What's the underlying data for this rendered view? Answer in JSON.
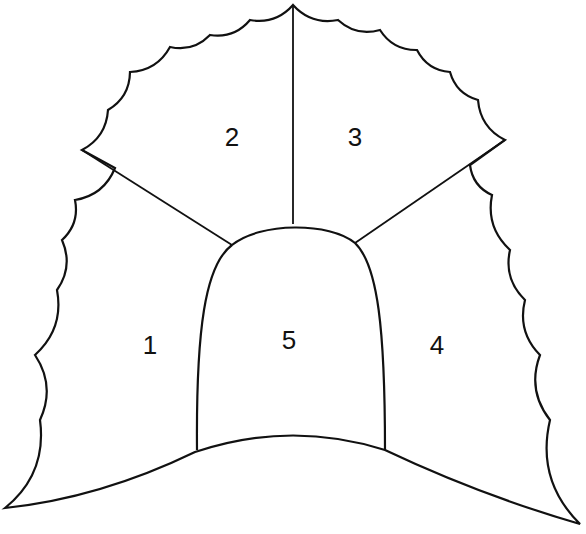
{
  "diagram": {
    "labels": [
      "2",
      "3",
      "1",
      "5",
      "4"
    ]
  }
}
